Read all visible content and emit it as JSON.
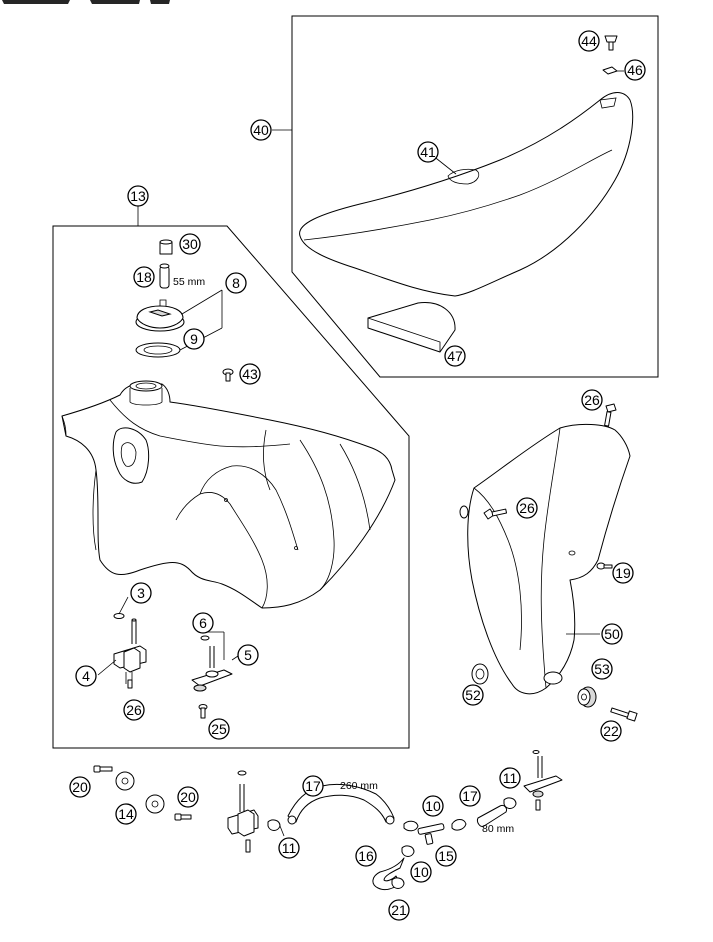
{
  "callouts": {
    "c13": "13",
    "c30": "30",
    "c18": "18",
    "c8": "8",
    "c9": "9",
    "c43": "43",
    "c3": "3",
    "c4": "4",
    "c26a": "26",
    "c6": "6",
    "c5": "5",
    "c25": "25",
    "c40": "40",
    "c41": "41",
    "c44": "44",
    "c46": "46",
    "c47": "47",
    "c26b": "26",
    "c26c": "26",
    "c19": "19",
    "c50": "50",
    "c53": "53",
    "c52": "52",
    "c22": "22",
    "c20a": "20",
    "c14": "14",
    "c20b": "20",
    "c11a": "11",
    "c17a": "17",
    "c10a": "10",
    "c17b": "17",
    "c11b": "11",
    "c16": "16",
    "c15": "15",
    "c10b": "10",
    "c21": "21"
  },
  "dimensions": {
    "breather_length": "55 mm",
    "hose_long_length": "260 mm",
    "hose_short_length": "80 mm"
  }
}
